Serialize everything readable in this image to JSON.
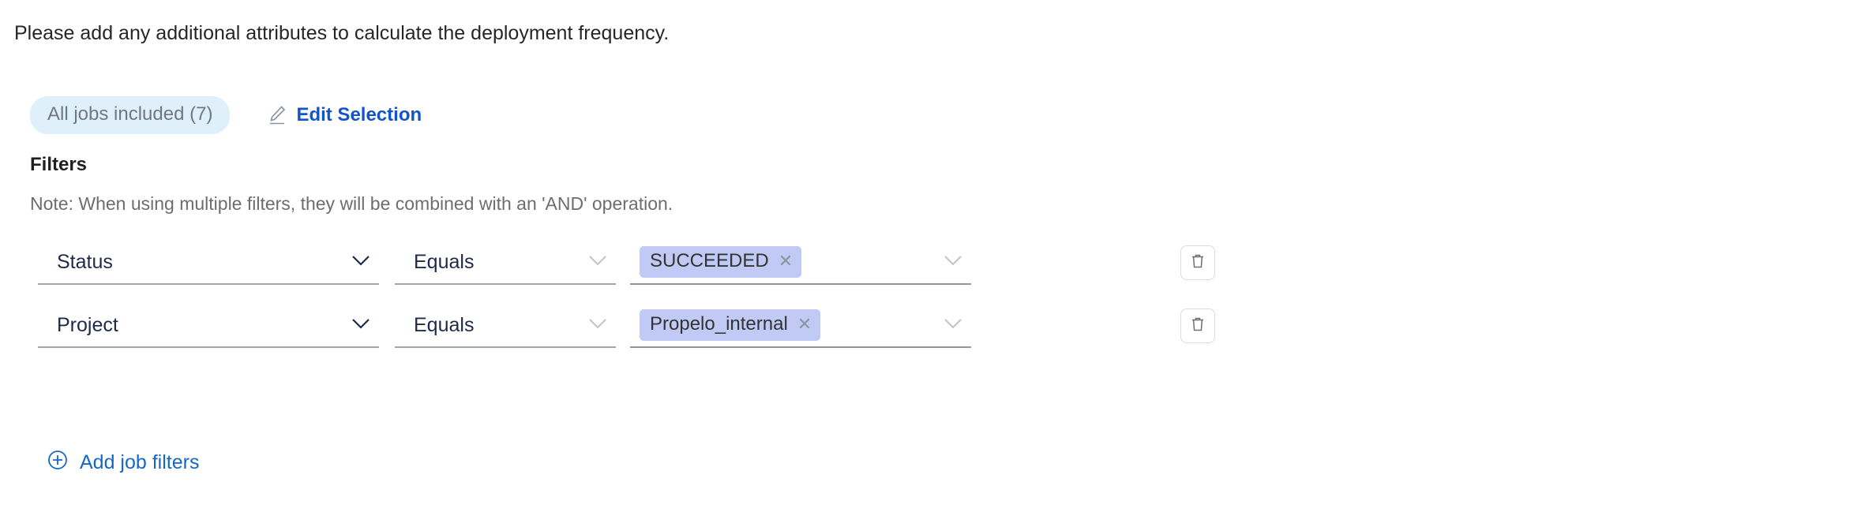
{
  "intro_text": "Please add any additional attributes to calculate the deployment frequency.",
  "jobs": {
    "pill_label": "All jobs included (7)",
    "edit_label": "Edit Selection",
    "edit_icon": "pencil-icon"
  },
  "filters": {
    "title": "Filters",
    "note": "Note: When using multiple filters, they will be combined with an 'AND' operation.",
    "add_label": "Add job filters",
    "add_icon": "circle-plus-icon",
    "delete_icon": "trash-icon",
    "chevron_icon": "chevron-down-icon",
    "remove_tag_icon": "close-icon",
    "rows": [
      {
        "attribute": "Status",
        "operator": "Equals",
        "value": "SUCCEEDED"
      },
      {
        "attribute": "Project",
        "operator": "Equals",
        "value": "Propelo_internal"
      }
    ]
  },
  "colors": {
    "link": "#1668c4",
    "pill_bg": "#e0f0fb",
    "tag_bg": "#c0caf4",
    "underline": "#a3a3a3"
  }
}
